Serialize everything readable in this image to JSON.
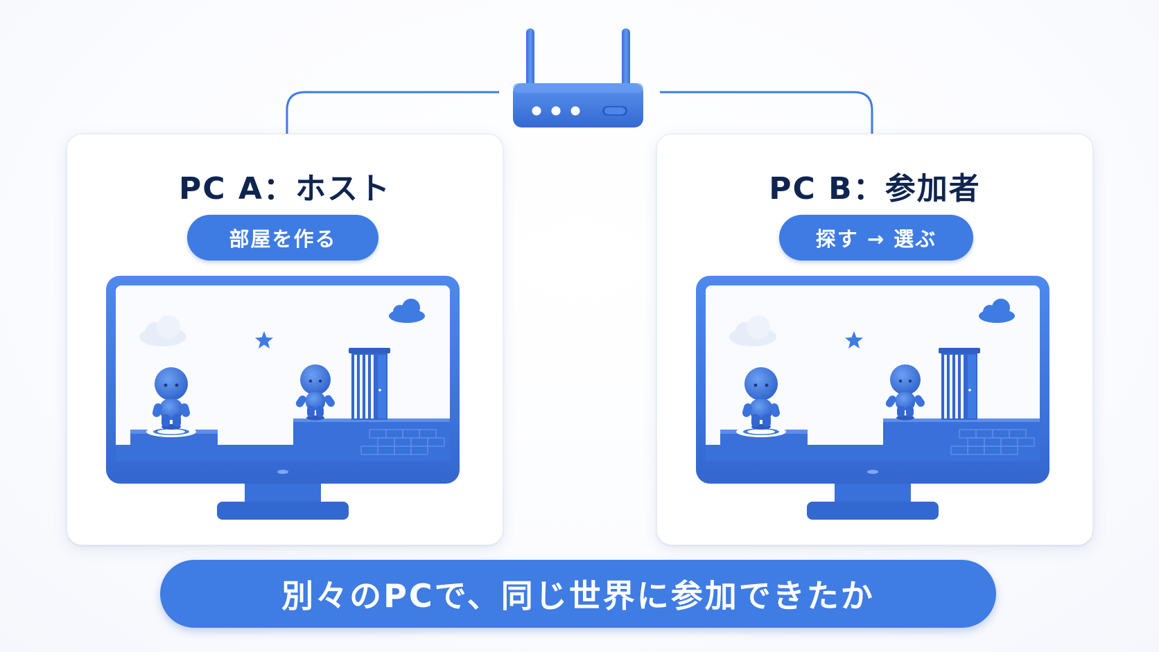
{
  "host_panel": {
    "title": "PC A：ホスト",
    "action_label": "部屋を作る"
  },
  "guest_panel": {
    "title": "PC B：参加者",
    "action_label": "探す → 選ぶ"
  },
  "banner": {
    "text": "別々のPCで、同じ世界に参加できたか"
  },
  "icons": {
    "router": "router-icon",
    "monitor": "monitor-icon",
    "character": "character-icon",
    "door": "door-icon",
    "cloud": "cloud-icon",
    "star": "star-icon"
  },
  "colors": {
    "accent": "#3e7be3",
    "accent_dark": "#2f63c9",
    "title_text": "#0f2550",
    "panel_bg": "#ffffff"
  }
}
